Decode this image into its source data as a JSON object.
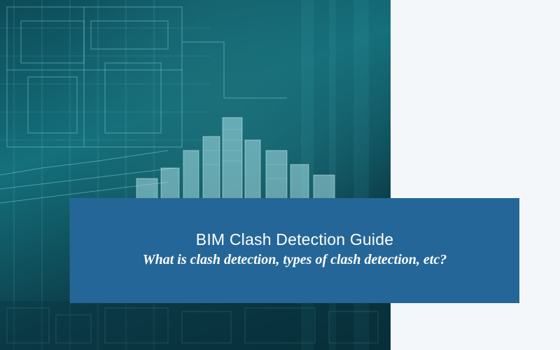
{
  "banner": {
    "title": "BIM Clash Detection Guide",
    "subtitle": "What is clash detection, types of clash detection, etc?"
  },
  "colors": {
    "banner_background": "#256698",
    "page_background": "#f3f7f9",
    "image_teal": "#14707c",
    "text": "#ffffff"
  },
  "hero_image": {
    "subject": "blueprint-wireframe-city-buildings"
  }
}
